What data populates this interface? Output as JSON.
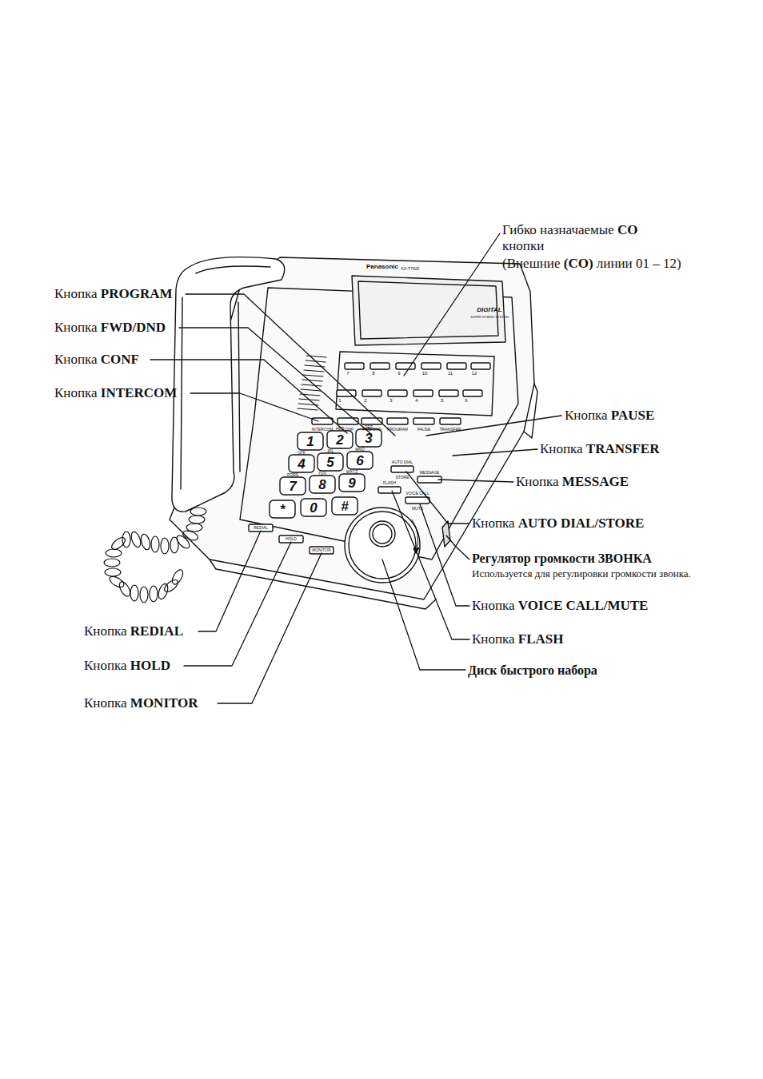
{
  "diagram": {
    "labels": [
      "Гибко назначаемые CO кнопки",
      "(Внешние (CO) линии 01 – 12)",
      "Кнопка PROGRAM",
      "Кнопка FWD/DND",
      "Кнопка CONF",
      "Кнопка INTERCOM",
      "Кнопка PAUSE",
      "Кнопка TRANSFER",
      "Кнопка MESSAGE",
      "Кнопка AUTO DIAL/STORE",
      "Регулятор громкости ЗВОНКА",
      "Используется для регулировки громкости звонка.",
      "Кнопка VOICE CALL/MUTE",
      "Кнопка FLASH",
      "Диск быстрого набора",
      "Кнопка REDIAL",
      "Кнопка HOLD",
      "Кнопка MONITOR",
      "Panasonic",
      "KX-T7420",
      "DIGITAL",
      "SUPER HYBRID SYSTEM",
      "7",
      "8",
      "9",
      "10",
      "11",
      "12",
      "1",
      "2",
      "3",
      "4",
      "5",
      "6",
      "INTERCOM",
      "CONF",
      "FWD/DND",
      "PROGRAM",
      "PAUSE",
      "TRANSFER",
      "AUTO DIAL",
      "STORE",
      "MESSAGE",
      "FLASH",
      "VOICE CALL",
      "MUTE",
      "REDIAL",
      "HOLD",
      "MONITOR",
      "1",
      "2",
      "3",
      "4",
      "5",
      "6",
      "7",
      "8",
      "9",
      "*",
      "0",
      "#",
      "ABC",
      "DEF",
      "GHI",
      "JKL",
      "MNO",
      "PQRS",
      "TUV",
      "WXYZ"
    ]
  }
}
